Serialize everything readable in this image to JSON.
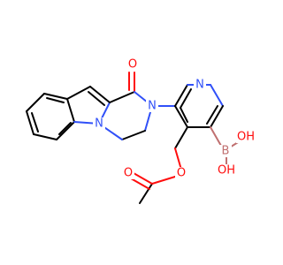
{
  "colors": {
    "carbon": "#000000",
    "oxygen": "#ff0d0d",
    "nitrogen": "#3050f8",
    "boron": "#c07070",
    "background": "#ffffff"
  },
  "atoms": [
    {
      "id": "O1",
      "label": "O",
      "element": "oxygen"
    },
    {
      "id": "N1",
      "label": "N",
      "element": "nitrogen"
    },
    {
      "id": "N2",
      "label": "N",
      "element": "nitrogen"
    },
    {
      "id": "N3",
      "label": "N",
      "element": "nitrogen"
    },
    {
      "id": "B1",
      "label": "B",
      "element": "boron"
    },
    {
      "id": "OH1",
      "label": "OH",
      "element": "oxygen"
    },
    {
      "id": "OH2",
      "label": "OH",
      "element": "oxygen"
    },
    {
      "id": "O2",
      "label": "O",
      "element": "oxygen"
    },
    {
      "id": "O3",
      "label": "O",
      "element": "oxygen"
    }
  ]
}
